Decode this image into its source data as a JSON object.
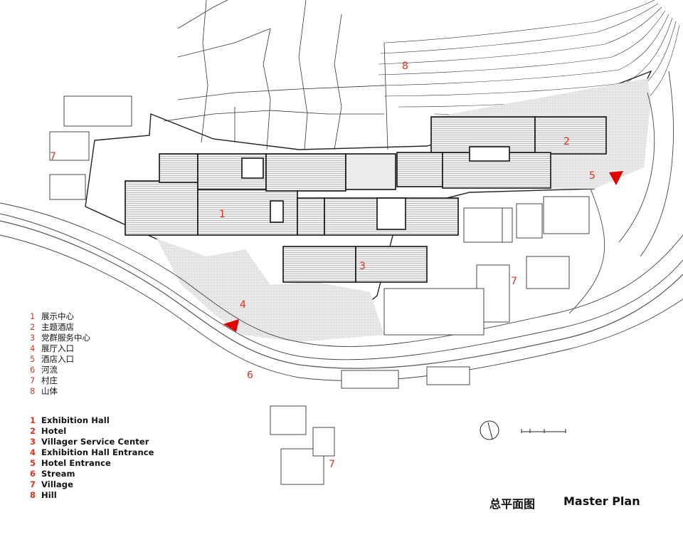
{
  "plan_numbers": {
    "exhibition_hall": "1",
    "hotel": "2",
    "villager_service_center": "3",
    "exhibition_hall_entrance": "4",
    "hotel_entrance": "5",
    "stream": "6",
    "village_a": "7",
    "village_b": "7",
    "village_c": "7",
    "hill": "8"
  },
  "legend_cn": [
    {
      "num": "1",
      "label": "展示中心"
    },
    {
      "num": "2",
      "label": "主题酒店"
    },
    {
      "num": "3",
      "label": "党群服务中心"
    },
    {
      "num": "4",
      "label": "展厅入口"
    },
    {
      "num": "5",
      "label": "酒店入口"
    },
    {
      "num": "6",
      "label": "河流"
    },
    {
      "num": "7",
      "label": "村庄"
    },
    {
      "num": "8",
      "label": "山体"
    }
  ],
  "legend_en": [
    {
      "num": "1",
      "label": "Exhibition Hall"
    },
    {
      "num": "2",
      "label": "Hotel"
    },
    {
      "num": "3",
      "label": "Villager Service Center"
    },
    {
      "num": "4",
      "label": "Exhibition Hall Entrance"
    },
    {
      "num": "5",
      "label": "Hotel Entrance"
    },
    {
      "num": "6",
      "label": "Stream"
    },
    {
      "num": "7",
      "label": "Village"
    },
    {
      "num": "8",
      "label": "Hill"
    }
  ],
  "title_cn": "总平面图",
  "title_en": "Master Plan",
  "colors": {
    "accent": "#d9341c",
    "line": "#222222",
    "hatch": "#999999",
    "ground": "#e4e4e4"
  }
}
